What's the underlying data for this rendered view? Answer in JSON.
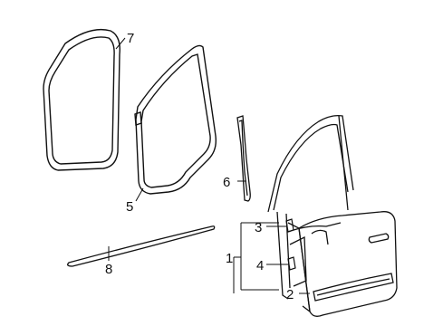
{
  "diagram": {
    "callouts": [
      {
        "id": "1",
        "label": "1"
      },
      {
        "id": "2",
        "label": "2"
      },
      {
        "id": "3",
        "label": "3"
      },
      {
        "id": "4",
        "label": "4"
      },
      {
        "id": "5",
        "label": "5"
      },
      {
        "id": "6",
        "label": "6"
      },
      {
        "id": "7",
        "label": "7"
      },
      {
        "id": "8",
        "label": "8"
      }
    ],
    "colors": {
      "line": "#111111",
      "background": "#ffffff",
      "shade": "#d9d9d9"
    }
  }
}
